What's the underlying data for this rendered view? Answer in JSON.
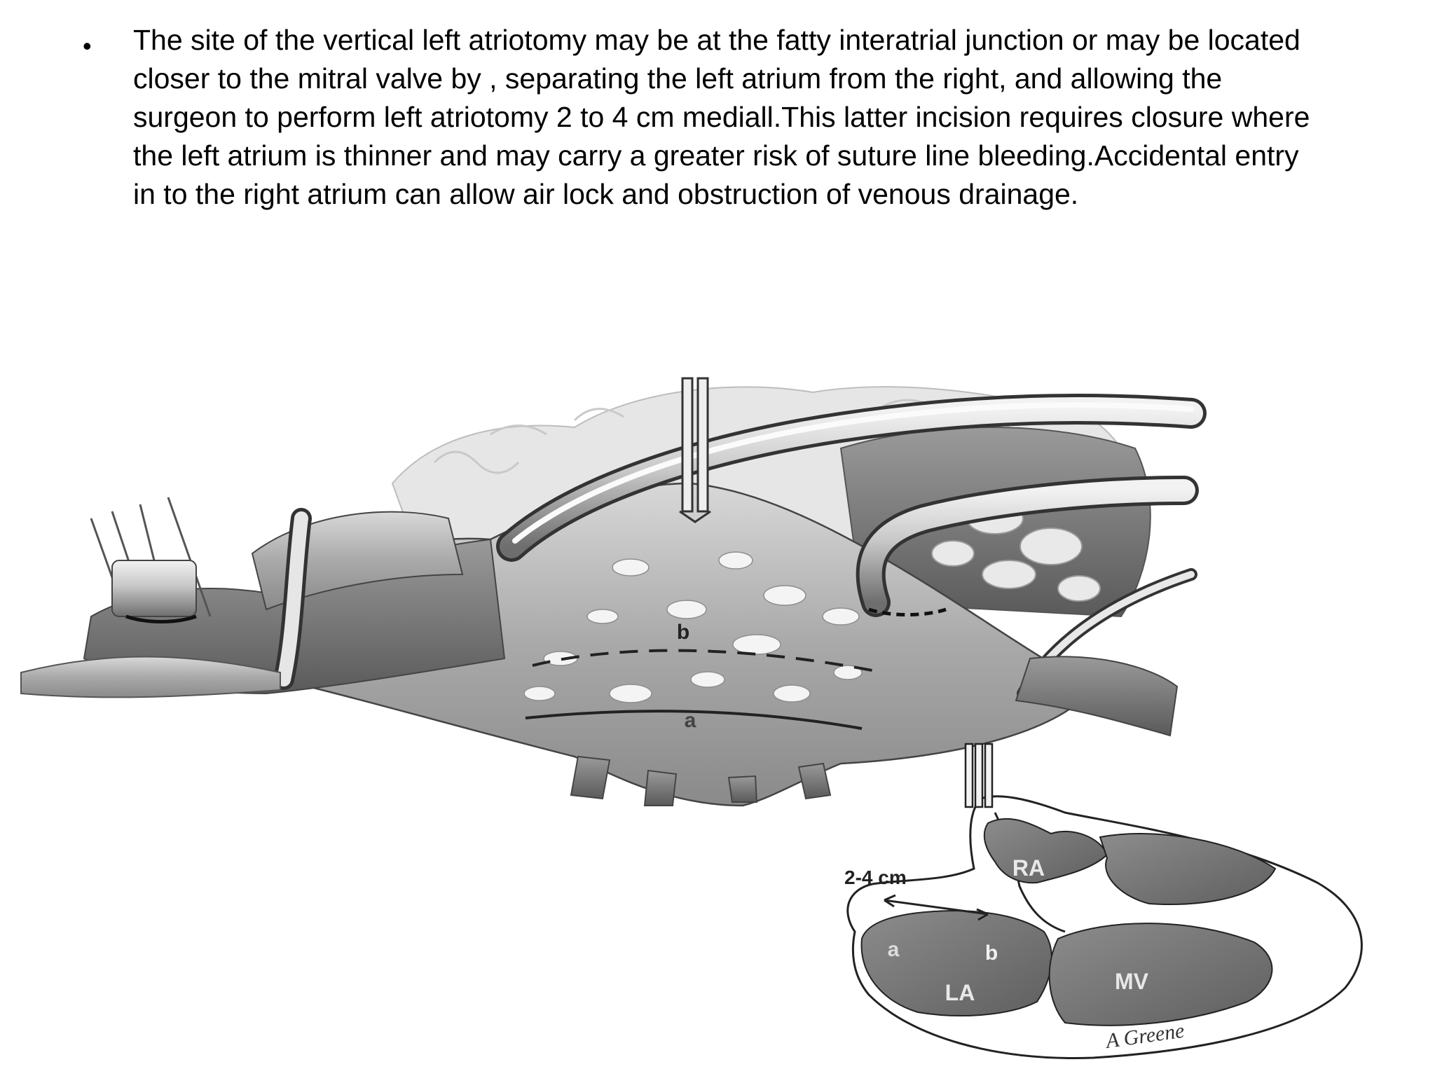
{
  "slide": {
    "bullet": "•",
    "lines": [
      "The site of the vertical left atriotomy may be at the fatty interatrial junction or may be located",
      "closer to the mitral valve by , separating the left atrium from the right, and allowing the",
      "surgeon to perform left atriotomy 2 to 4 cm mediall.This latter incision requires closure where",
      "the left atrium is thinner and may carry a greater risk of suture line bleeding.Accidental entry",
      "in to the right atrium can allow air lock and obstruction of venous drainage."
    ]
  },
  "illustration": {
    "surgical_view": {
      "label_b": "b",
      "label_a": "a"
    },
    "cross_section": {
      "distance_label": "2-4 cm",
      "label_ra": "RA",
      "label_la": "LA",
      "label_mv": "MV",
      "label_a": "a",
      "label_b": "b",
      "signature": "A Greene"
    }
  }
}
